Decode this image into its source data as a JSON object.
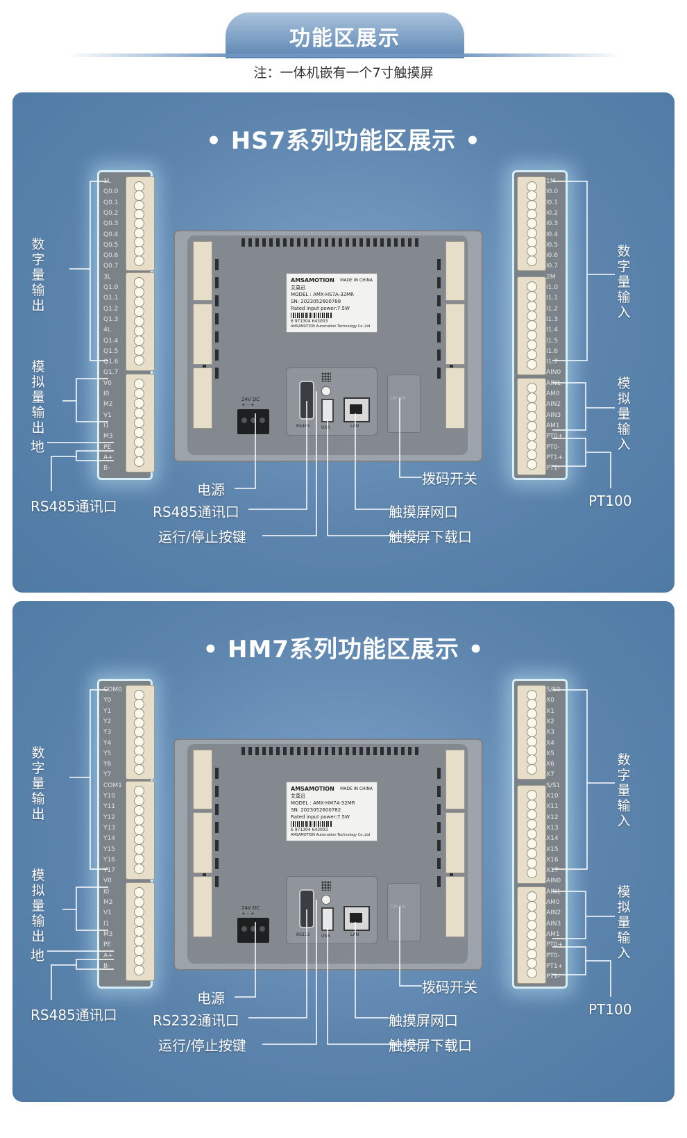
{
  "header": {
    "title": "功能区展示",
    "note": "注：一体机嵌有一个7寸触摸屏"
  },
  "panels": [
    {
      "title": "• HS7系列功能区展示 •",
      "left_labels": {
        "digital_out": "数字量输出",
        "analog_out": "模拟量输出",
        "ground": "地",
        "rs485": "RS485通讯口"
      },
      "right_labels": {
        "digital_in": "数字量输入",
        "analog_in": "模拟量输入",
        "pt100": "PT100"
      },
      "bottom_labels": {
        "power": "电源",
        "comm": "RS485通讯口",
        "run_stop": "运行/停止按键",
        "dip": "拨码开关",
        "lan": "触摸屏网口",
        "usb": "触摸屏下载口"
      },
      "left_pins": [
        "1L",
        "Q0.0",
        "Q0.1",
        "Q0.2",
        "Q0.3",
        "Q0.4",
        "Q0.5",
        "Q0.6",
        "Q0.7",
        "3L",
        "Q1.0",
        "Q1.1",
        "Q1.2",
        "Q1.3",
        "4L",
        "Q1.4",
        "Q1.5",
        "Q1.6",
        "Q1.7",
        "V0",
        "I0",
        "M2",
        "V1",
        "I1",
        "M3",
        "PE",
        "A+",
        "B-"
      ],
      "right_pins": [
        "1M",
        "I0.0",
        "I0.1",
        "I0.2",
        "I0.3",
        "I0.4",
        "I0.5",
        "I0.6",
        "I0.7",
        "2M",
        "I1.0",
        "I1.1",
        "I1.2",
        "I1.3",
        "I1.4",
        "I1.5",
        "I1.6",
        "I1.7",
        "AIN0",
        "AIN1",
        "AM0",
        "AIN2",
        "AIN3",
        "AM1",
        "PT0+",
        "PT0-",
        "PT1+",
        "PT1-"
      ],
      "device": {
        "brand": "AMSAMOTION",
        "brand_cn": "艾莫迅",
        "made": "MADE IN CHINA",
        "model": "MODEL : AMX-HS7A-32MR",
        "sn": "SN: 2023052600788",
        "power": "Rated input power:7.5W",
        "barcode": "6 971304 643003",
        "company": "AMSAMOTION Automation Technology Co.,Ltd",
        "psu_label": "24V  DC",
        "psu_sign": "+  -  +",
        "port_serial": "RS485",
        "port_usb": "USB",
        "port_lan": "LAN",
        "dip_text": "DIP SW"
      }
    },
    {
      "title": "• HM7系列功能区展示 •",
      "left_labels": {
        "digital_out": "数字量输出",
        "analog_out": "模拟量输出",
        "ground": "地",
        "rs485": "RS485通讯口"
      },
      "right_labels": {
        "digital_in": "数字量输入",
        "analog_in": "模拟量输入",
        "pt100": "PT100"
      },
      "bottom_labels": {
        "power": "电源",
        "comm": "RS232通讯口",
        "run_stop": "运行/停止按键",
        "dip": "拨码开关",
        "lan": "触摸屏网口",
        "usb": "触摸屏下载口"
      },
      "left_pins": [
        "COM0",
        "Y0",
        "Y1",
        "Y2",
        "Y3",
        "Y4",
        "Y5",
        "Y6",
        "Y7",
        "COM1",
        "Y10",
        "Y11",
        "Y12",
        "Y13",
        "Y14",
        "Y15",
        "Y16",
        "Y17",
        "V0",
        "I0",
        "M2",
        "V1",
        "I1",
        "M3",
        "PE",
        "A+",
        "B-"
      ],
      "right_pins": [
        "S/S0",
        "X0",
        "X1",
        "X2",
        "X3",
        "X4",
        "X5",
        "X6",
        "X7",
        "S/S1",
        "X10",
        "X11",
        "X12",
        "X13",
        "X14",
        "X15",
        "X16",
        "X17",
        "AIN0",
        "AIN1",
        "AM0",
        "AIN2",
        "AIN3",
        "AM1",
        "PT0+",
        "PT0-",
        "PT1+",
        "PT1-"
      ],
      "device": {
        "brand": "AMSAMOTION",
        "brand_cn": "艾莫迅",
        "made": "MADE IN CHINA",
        "model": "MODEL : AMX-HM7A-32MR",
        "sn": "SN: 2023052600782",
        "power": "Rated input power:7.5W",
        "barcode": "6 971304 643003",
        "company": "AMSAMOTION Automation Technology Co.,Ltd",
        "psu_label": "24V  DC",
        "psu_sign": "+  -  +",
        "port_serial": "RS232",
        "port_usb": "USB",
        "port_lan": "LAN",
        "dip_text": "DIP SW"
      }
    }
  ]
}
